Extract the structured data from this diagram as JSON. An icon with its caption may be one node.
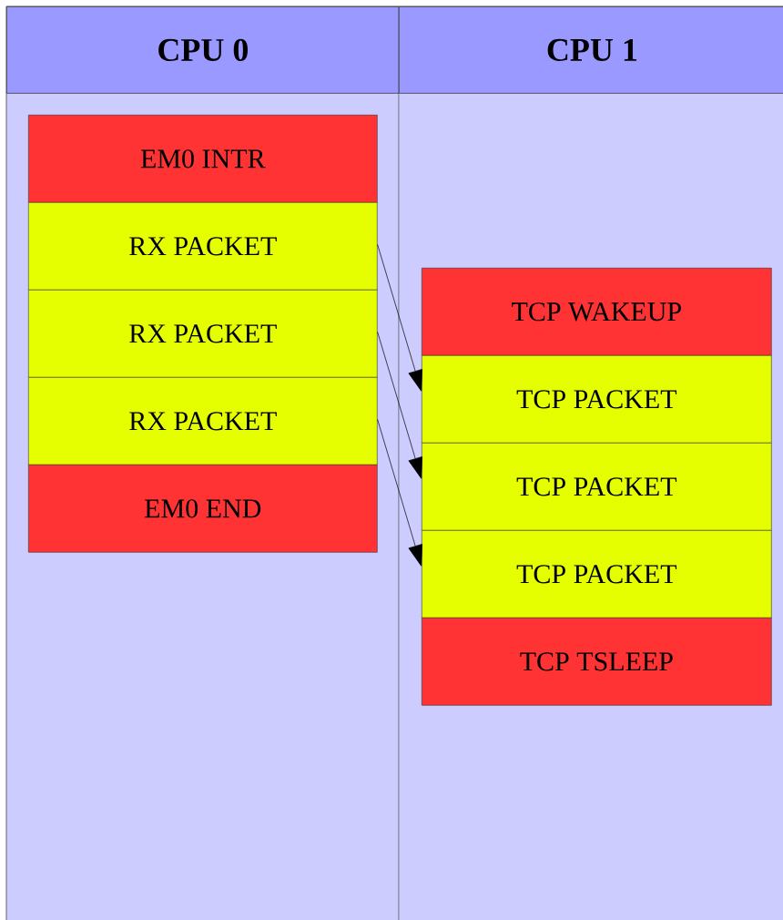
{
  "diagram": {
    "nodes": [
      {
        "text": [
          "CPU 0"
        ]
      },
      {
        "text": [
          "CPU 1"
        ]
      },
      {
        "text": [
          "EM0 INTR"
        ],
        "in": 0
      },
      {
        "text": [
          "RX PACKET"
        ],
        "in": 0
      },
      {
        "text": [
          "RX PACKET"
        ],
        "in": 0
      },
      {
        "text": [
          "RX PACKET"
        ],
        "in": 0
      },
      {
        "text": [
          "EM0 END"
        ],
        "in": 0
      },
      {
        "text": [
          "TCP WAKEUP"
        ],
        "in": 1
      },
      {
        "text": [
          "TCP PACKET"
        ],
        "in": 1
      },
      {
        "text": [
          "TCP PACKET"
        ],
        "in": 1
      },
      {
        "text": [
          "TCP PACKET"
        ],
        "in": 1
      },
      {
        "text": [
          "TCP TSLEEP"
        ],
        "in": 1
      }
    ],
    "edges": [
      {
        "from": 3,
        "to": 8,
        "arrow": "to"
      },
      {
        "from": 4,
        "to": 9,
        "arrow": "to"
      },
      {
        "from": 5,
        "to": 10,
        "arrow": "to"
      }
    ]
  }
}
